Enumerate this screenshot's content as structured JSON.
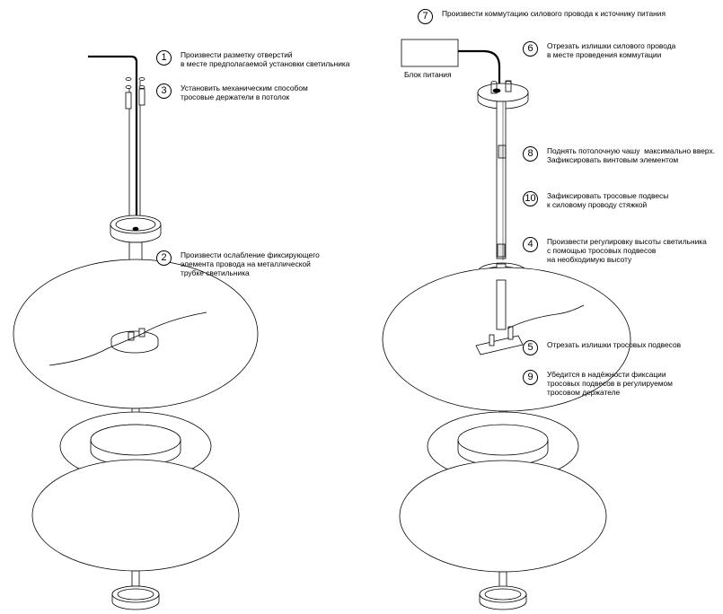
{
  "labels": {
    "power_supply": "Блок питания"
  },
  "steps": [
    {
      "num": "1",
      "text": "Произвести разметку отверстий\nв месте предполагаемой установки светильника"
    },
    {
      "num": "2",
      "text": "Произвести ослабление фиксирующего\nэлемента провода на металлической\nтрубке светильника"
    },
    {
      "num": "3",
      "text": "Установить механическим способом\nтросовые держатели в потолок"
    },
    {
      "num": "4",
      "text": "Произвести регулировку высоты светильника\nс помощью тросовых подвесов\nна необходимую высоту"
    },
    {
      "num": "5",
      "text": "Отрезать излишки тросовых подвесов"
    },
    {
      "num": "6",
      "text": "Отрезать излишки силового провода\nв месте проведения коммутации"
    },
    {
      "num": "7",
      "text": "Произвести коммутацию силового провода к источнику питания"
    },
    {
      "num": "8",
      "text": "Поднять потолочную чашу  максимально вверх.\nЗафиксировать винтовым элементом"
    },
    {
      "num": "9",
      "text": "Убедится в надёжности фиксации\nтросовых подвесов в регулируемом\nтросовом держателе"
    },
    {
      "num": "10",
      "text": "Зафиксировать тросовые подвесы\nк силовому проводу стяжкой"
    }
  ],
  "colors": {
    "line": "#000000",
    "fill": "#ffffff",
    "metal": "#e6e6e6"
  }
}
